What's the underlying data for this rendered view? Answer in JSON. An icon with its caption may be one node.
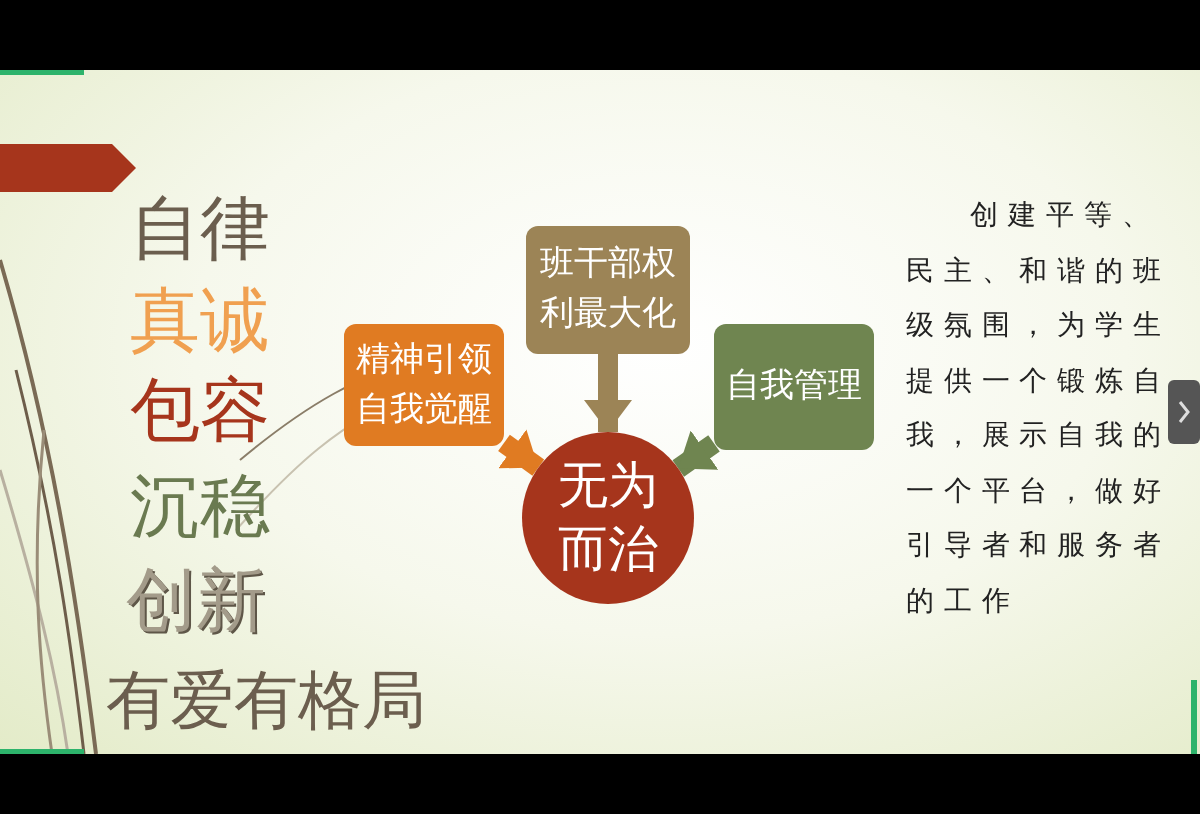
{
  "diagram": {
    "nodes": [
      {
        "text": [
          "精神引领自我觉醒"
        ]
      },
      {
        "text": [
          "班干部权利最大化"
        ]
      },
      {
        "text": [
          "自我管理"
        ]
      },
      {
        "text": [
          "无为而治"
        ]
      }
    ],
    "edges": [
      {
        "from": 0,
        "to": 3,
        "arrow": "to",
        "color": "#e07b22"
      },
      {
        "from": 1,
        "to": 3,
        "arrow": "to",
        "color": "#9c8456"
      },
      {
        "from": 2,
        "to": 3,
        "arrow": "to",
        "color": "#6f8550"
      }
    ],
    "labels": [
      "自律",
      "真诚",
      "包容",
      "沉稳",
      "创新",
      "有爱有格局",
      "创建平等、民主、和谐的班级氛围，为学生提供一个锻炼自我，展示自我的一个平台，做好引导者和服务者的工作"
    ]
  }
}
